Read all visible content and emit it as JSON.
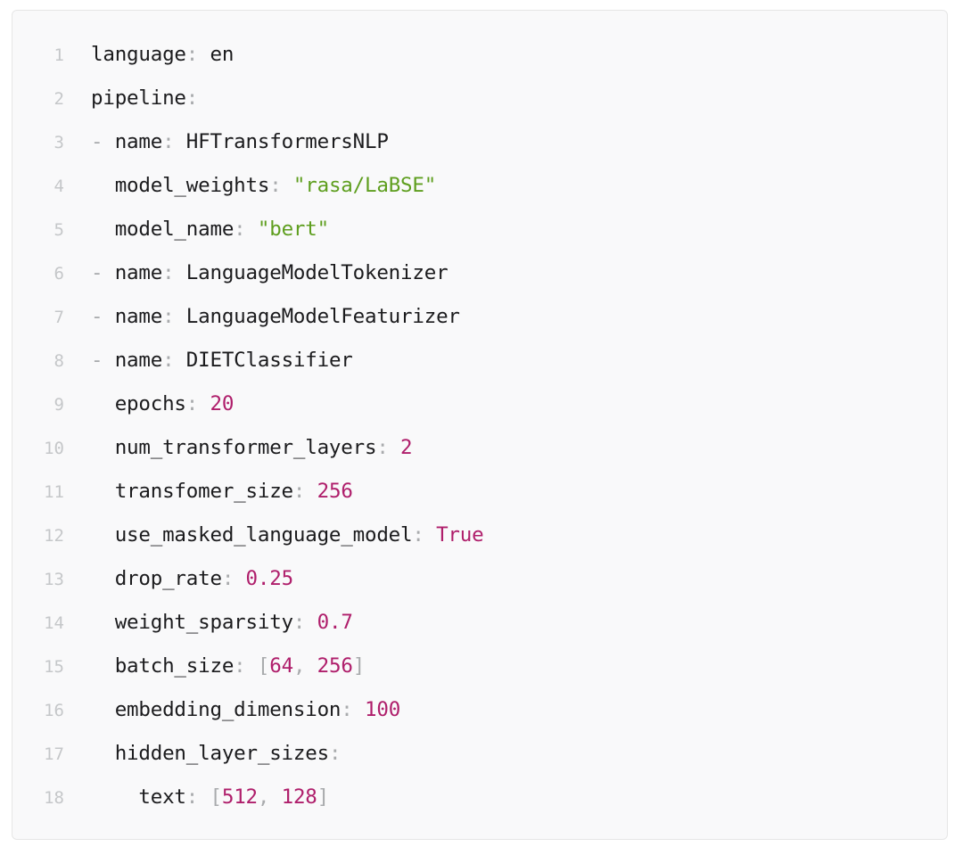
{
  "editor": {
    "language_mode": "yaml",
    "background_color": "#F9F9FA",
    "border_color": "#E6E6E6",
    "line_number_color": "#C5C7C9",
    "colors": {
      "key": "#1B1B1D",
      "punctuation": "#A9ABAD",
      "string": "#5E9E1E",
      "number": "#AF1E6B",
      "boolean": "#AF1E6B",
      "bracket": "#A9ABAD"
    },
    "first_line": 1,
    "last_line": 18,
    "total_lines": 18
  },
  "code": {
    "lines": [
      {
        "number": "1",
        "tokens": [
          {
            "t": "language",
            "c": "key"
          },
          {
            "t": ":",
            "c": "punc"
          },
          {
            "t": " en",
            "c": "plain"
          }
        ]
      },
      {
        "number": "2",
        "tokens": [
          {
            "t": "pipeline",
            "c": "key"
          },
          {
            "t": ":",
            "c": "punc"
          }
        ]
      },
      {
        "number": "3",
        "tokens": [
          {
            "t": "- ",
            "c": "dash"
          },
          {
            "t": "name",
            "c": "key"
          },
          {
            "t": ":",
            "c": "punc"
          },
          {
            "t": " HFTransformersNLP",
            "c": "plain"
          }
        ]
      },
      {
        "number": "4",
        "tokens": [
          {
            "t": "  ",
            "c": "plain"
          },
          {
            "t": "model_weights",
            "c": "key"
          },
          {
            "t": ":",
            "c": "punc"
          },
          {
            "t": " ",
            "c": "plain"
          },
          {
            "t": "\"rasa/LaBSE\"",
            "c": "str"
          }
        ]
      },
      {
        "number": "5",
        "tokens": [
          {
            "t": "  ",
            "c": "plain"
          },
          {
            "t": "model_name",
            "c": "key"
          },
          {
            "t": ":",
            "c": "punc"
          },
          {
            "t": " ",
            "c": "plain"
          },
          {
            "t": "\"bert\"",
            "c": "str"
          }
        ]
      },
      {
        "number": "6",
        "tokens": [
          {
            "t": "- ",
            "c": "dash"
          },
          {
            "t": "name",
            "c": "key"
          },
          {
            "t": ":",
            "c": "punc"
          },
          {
            "t": " LanguageModelTokenizer",
            "c": "plain"
          }
        ]
      },
      {
        "number": "7",
        "tokens": [
          {
            "t": "- ",
            "c": "dash"
          },
          {
            "t": "name",
            "c": "key"
          },
          {
            "t": ":",
            "c": "punc"
          },
          {
            "t": " LanguageModelFeaturizer",
            "c": "plain"
          }
        ]
      },
      {
        "number": "8",
        "tokens": [
          {
            "t": "- ",
            "c": "dash"
          },
          {
            "t": "name",
            "c": "key"
          },
          {
            "t": ":",
            "c": "punc"
          },
          {
            "t": " DIETClassifier",
            "c": "plain"
          }
        ]
      },
      {
        "number": "9",
        "tokens": [
          {
            "t": "  ",
            "c": "plain"
          },
          {
            "t": "epochs",
            "c": "key"
          },
          {
            "t": ":",
            "c": "punc"
          },
          {
            "t": " ",
            "c": "plain"
          },
          {
            "t": "20",
            "c": "num"
          }
        ]
      },
      {
        "number": "10",
        "tokens": [
          {
            "t": "  ",
            "c": "plain"
          },
          {
            "t": "num_transformer_layers",
            "c": "key"
          },
          {
            "t": ":",
            "c": "punc"
          },
          {
            "t": " ",
            "c": "plain"
          },
          {
            "t": "2",
            "c": "num"
          }
        ]
      },
      {
        "number": "11",
        "tokens": [
          {
            "t": "  ",
            "c": "plain"
          },
          {
            "t": "transfomer_size",
            "c": "key"
          },
          {
            "t": ":",
            "c": "punc"
          },
          {
            "t": " ",
            "c": "plain"
          },
          {
            "t": "256",
            "c": "num"
          }
        ]
      },
      {
        "number": "12",
        "tokens": [
          {
            "t": "  ",
            "c": "plain"
          },
          {
            "t": "use_masked_language_model",
            "c": "key"
          },
          {
            "t": ":",
            "c": "punc"
          },
          {
            "t": " ",
            "c": "plain"
          },
          {
            "t": "True",
            "c": "bool"
          }
        ]
      },
      {
        "number": "13",
        "tokens": [
          {
            "t": "  ",
            "c": "plain"
          },
          {
            "t": "drop_rate",
            "c": "key"
          },
          {
            "t": ":",
            "c": "punc"
          },
          {
            "t": " ",
            "c": "plain"
          },
          {
            "t": "0.25",
            "c": "num"
          }
        ]
      },
      {
        "number": "14",
        "tokens": [
          {
            "t": "  ",
            "c": "plain"
          },
          {
            "t": "weight_sparsity",
            "c": "key"
          },
          {
            "t": ":",
            "c": "punc"
          },
          {
            "t": " ",
            "c": "plain"
          },
          {
            "t": "0.7",
            "c": "num"
          }
        ]
      },
      {
        "number": "15",
        "tokens": [
          {
            "t": "  ",
            "c": "plain"
          },
          {
            "t": "batch_size",
            "c": "key"
          },
          {
            "t": ":",
            "c": "punc"
          },
          {
            "t": " ",
            "c": "plain"
          },
          {
            "t": "[",
            "c": "brkt"
          },
          {
            "t": "64",
            "c": "num"
          },
          {
            "t": ", ",
            "c": "brkt"
          },
          {
            "t": "256",
            "c": "num"
          },
          {
            "t": "]",
            "c": "brkt"
          }
        ]
      },
      {
        "number": "16",
        "tokens": [
          {
            "t": "  ",
            "c": "plain"
          },
          {
            "t": "embedding_dimension",
            "c": "key"
          },
          {
            "t": ":",
            "c": "punc"
          },
          {
            "t": " ",
            "c": "plain"
          },
          {
            "t": "100",
            "c": "num"
          }
        ]
      },
      {
        "number": "17",
        "tokens": [
          {
            "t": "  ",
            "c": "plain"
          },
          {
            "t": "hidden_layer_sizes",
            "c": "key"
          },
          {
            "t": ":",
            "c": "punc"
          }
        ]
      },
      {
        "number": "18",
        "tokens": [
          {
            "t": "    ",
            "c": "plain"
          },
          {
            "t": "text",
            "c": "key"
          },
          {
            "t": ":",
            "c": "punc"
          },
          {
            "t": " ",
            "c": "plain"
          },
          {
            "t": "[",
            "c": "brkt"
          },
          {
            "t": "512",
            "c": "num"
          },
          {
            "t": ", ",
            "c": "brkt"
          },
          {
            "t": "128",
            "c": "num"
          },
          {
            "t": "]",
            "c": "brkt"
          }
        ]
      }
    ]
  },
  "config_values": {
    "language": "en",
    "pipeline": [
      {
        "name": "HFTransformersNLP",
        "model_weights": "rasa/LaBSE",
        "model_name": "bert"
      },
      {
        "name": "LanguageModelTokenizer"
      },
      {
        "name": "LanguageModelFeaturizer"
      },
      {
        "name": "DIETClassifier",
        "epochs": "20",
        "num_transformer_layers": "2",
        "transfomer_size": "256",
        "use_masked_language_model": "True",
        "drop_rate": "0.25",
        "weight_sparsity": "0.7",
        "batch_size": "[64, 256]",
        "embedding_dimension": "100",
        "hidden_layer_sizes": {
          "text": "[512, 128]"
        }
      }
    ]
  }
}
